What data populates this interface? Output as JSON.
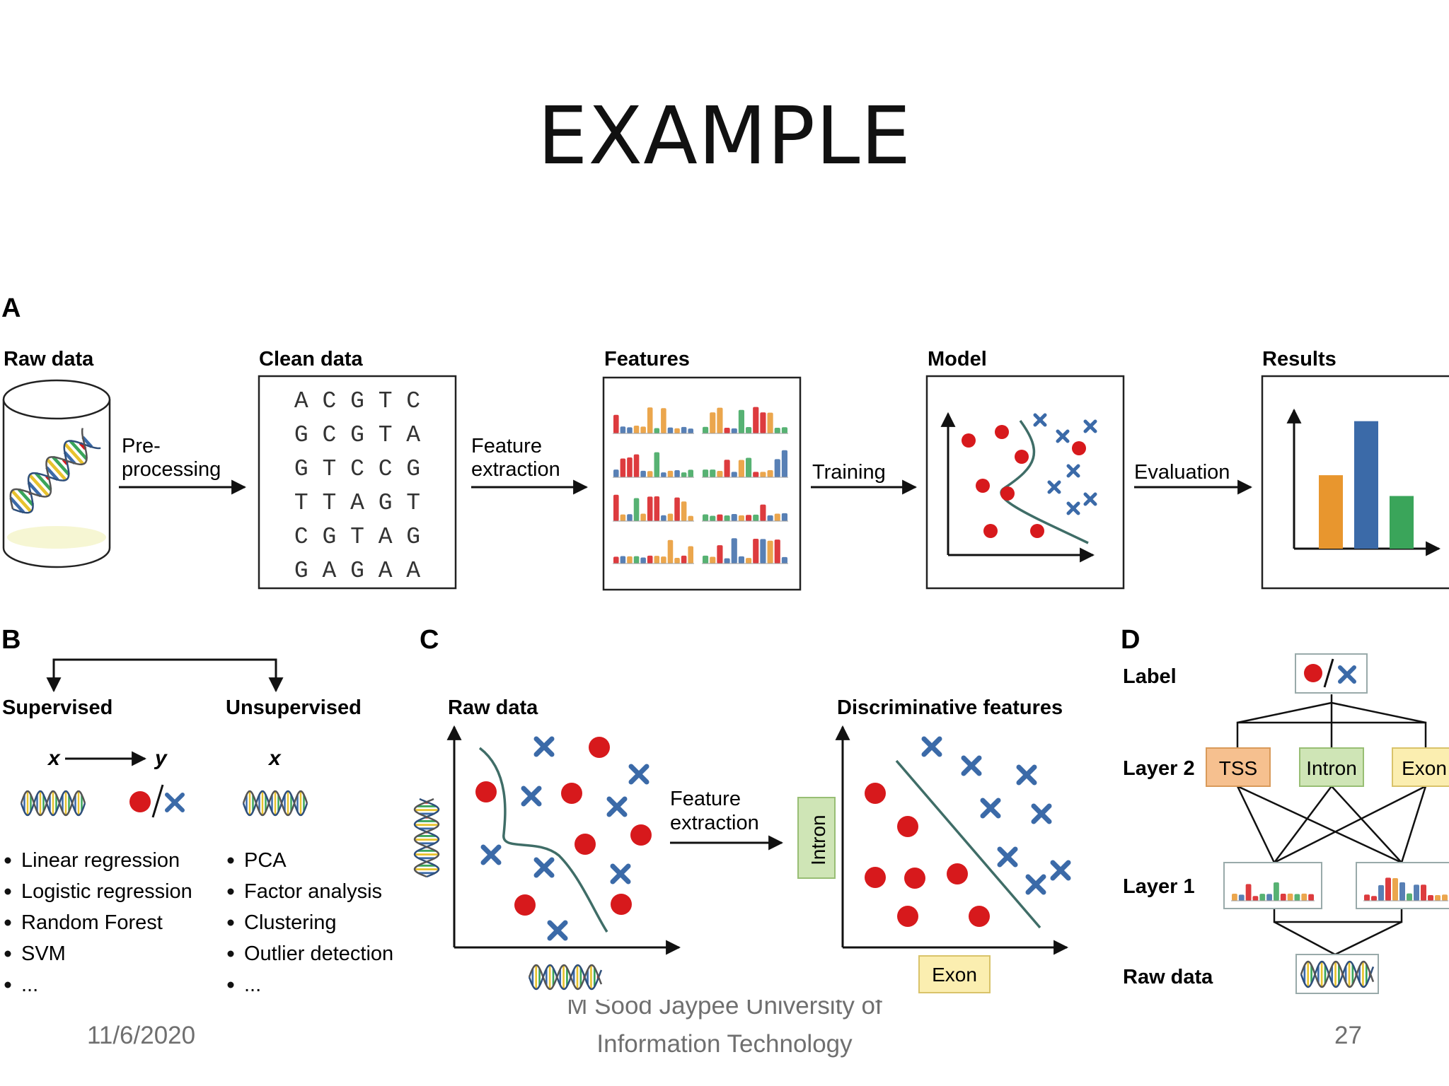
{
  "slide": {
    "title": "EXAMPLE",
    "footer_date": "11/6/2020",
    "footer_source_line1": "M Sood  Jaypee University of",
    "footer_source_line2": "Information Technology",
    "page_number": "27"
  },
  "panelA": {
    "letter": "A",
    "steps": [
      "Raw data",
      "Clean data",
      "Features",
      "Model",
      "Results"
    ],
    "arrows": [
      {
        "line1": "Pre-",
        "line2": "processing"
      },
      {
        "line1": "Feature",
        "line2": "extraction"
      },
      {
        "line1": "Training",
        "line2": ""
      },
      {
        "line1": "Evaluation",
        "line2": ""
      }
    ],
    "sequence_rows": [
      "A C G T C",
      "G C G T A",
      "G T C C G",
      "T T A G T",
      "C G T A G",
      "G A G A A"
    ],
    "result_bars": [
      {
        "value": 0.53,
        "color": "#e8962e"
      },
      {
        "value": 0.92,
        "color": "#3b6aa8"
      },
      {
        "value": 0.38,
        "color": "#3aa55a"
      }
    ]
  },
  "panelB": {
    "letter": "B",
    "supervised": {
      "title": "Supervised",
      "x": "x",
      "y": "y",
      "items": [
        "Linear regression",
        "Logistic regression",
        "Random Forest",
        "SVM",
        "..."
      ]
    },
    "unsupervised": {
      "title": "Unsupervised",
      "x": "x",
      "items": [
        "PCA",
        "Factor analysis",
        "Clustering",
        "Outlier detection",
        "..."
      ]
    }
  },
  "panelC": {
    "letter": "C",
    "left_title": "Raw data",
    "arrow_line1": "Feature",
    "arrow_line2": "extraction",
    "right_title": "Discriminative features",
    "y_feature": "Intron",
    "x_feature": "Exon"
  },
  "panelD": {
    "letter": "D",
    "row_labels": [
      "Label",
      "Layer 2",
      "Layer 1",
      "Raw data"
    ],
    "layer2_nodes": [
      {
        "label": "TSS",
        "fill": "#f6c08f",
        "stroke": "#d99a5a"
      },
      {
        "label": "Intron",
        "fill": "#cfe5b6",
        "stroke": "#98be74"
      },
      {
        "label": "Exon",
        "fill": "#fbeeb0",
        "stroke": "#d9c36a"
      }
    ]
  },
  "colors": {
    "red_point": "#d7191c",
    "blue_cross": "#3b6aa8",
    "boundary": "#3f6d67"
  }
}
